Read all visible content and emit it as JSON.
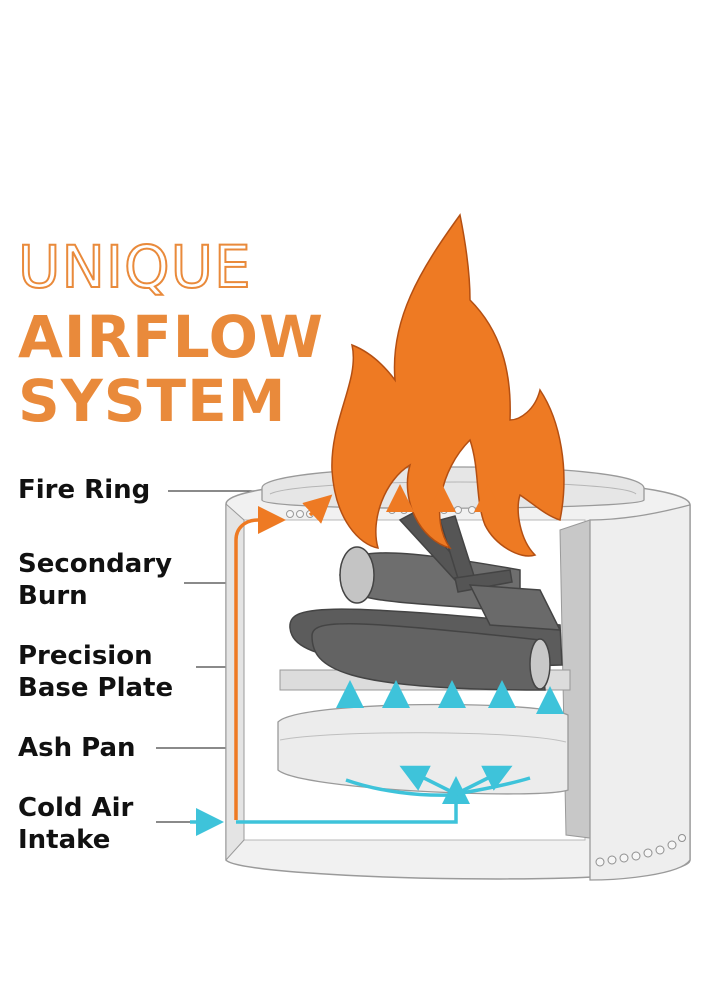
{
  "heading": {
    "line1": "UNIQUE",
    "line2": "AIRFLOW",
    "line3": "SYSTEM"
  },
  "labels": {
    "fire_ring": "Fire Ring",
    "secondary_burn": [
      "Secondary",
      "Burn"
    ],
    "base_plate": [
      "Precision",
      "Base Plate"
    ],
    "ash_pan": "Ash Pan",
    "cold_air": [
      "Cold Air",
      "Intake"
    ]
  },
  "colors": {
    "accent_orange": "#e98a3b",
    "flame_orange": "#ee7a23",
    "air_cyan": "#3ec3da",
    "steel": "#d9d9d9",
    "log_gray": "#5d5d5d"
  }
}
